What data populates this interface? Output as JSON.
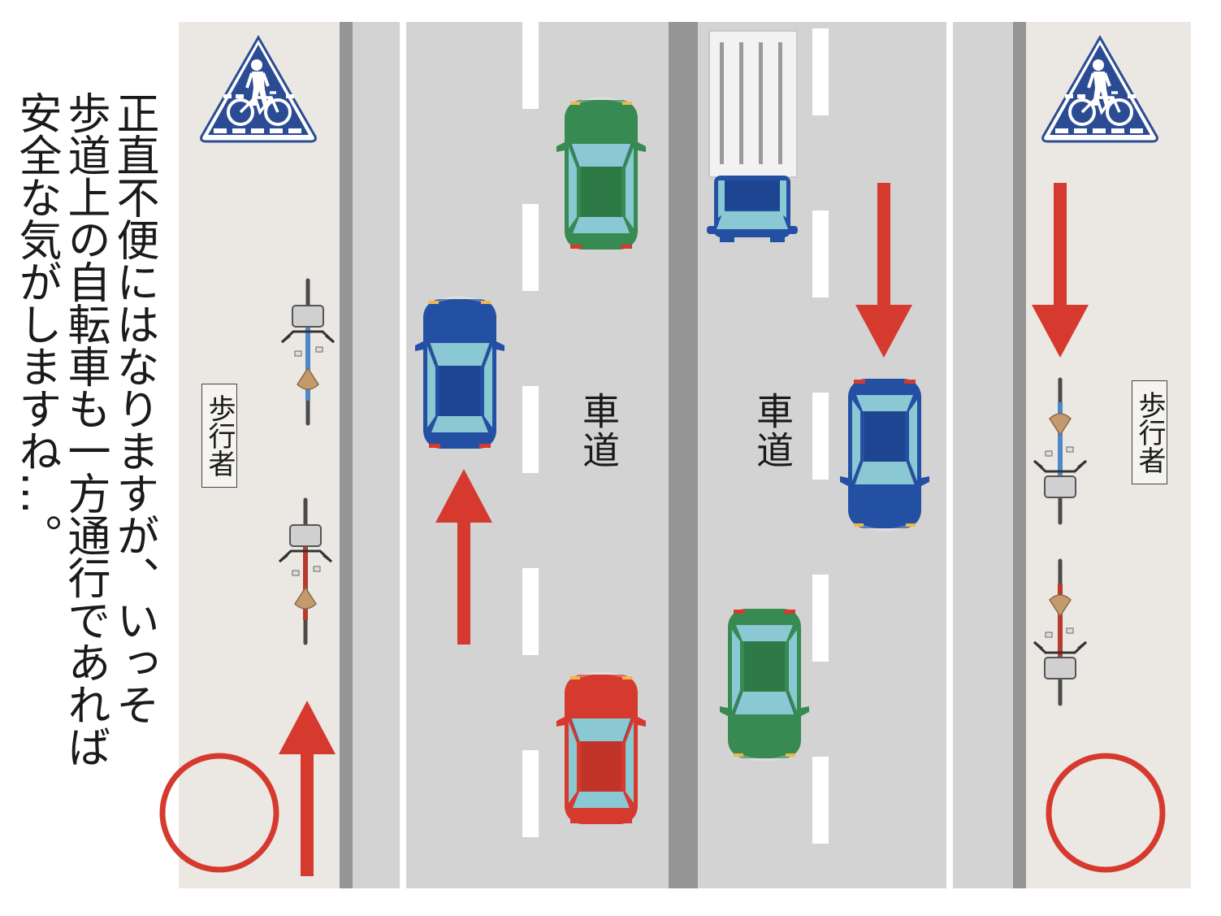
{
  "caption": {
    "lines": [
      "正直不便にはなりますが、いっそ",
      "歩道上の自転車も一方通行であれば",
      "安全な気がしますね…。"
    ]
  },
  "sidewalk_left": {
    "label": "歩行者",
    "sign_icon": "pedestrian-bicycle-sign-icon",
    "ok_mark": "red-circle-icon"
  },
  "sidewalk_right": {
    "label": "歩行者",
    "sign_icon": "pedestrian-bicycle-sign-icon",
    "ok_mark": "red-circle-icon"
  },
  "roadway_left": {
    "label": "車道"
  },
  "roadway_right": {
    "label": "車道"
  },
  "colors": {
    "sidewalk": "#ebe8e3",
    "road": "#d3d3d3",
    "median": "#959595",
    "arrow": "#d63a2e",
    "sign_blue": "#2b4b93",
    "car_green": "#378a52",
    "car_blue": "#2450a3",
    "car_red": "#d63a2e",
    "glass": "#8ac8d4"
  }
}
